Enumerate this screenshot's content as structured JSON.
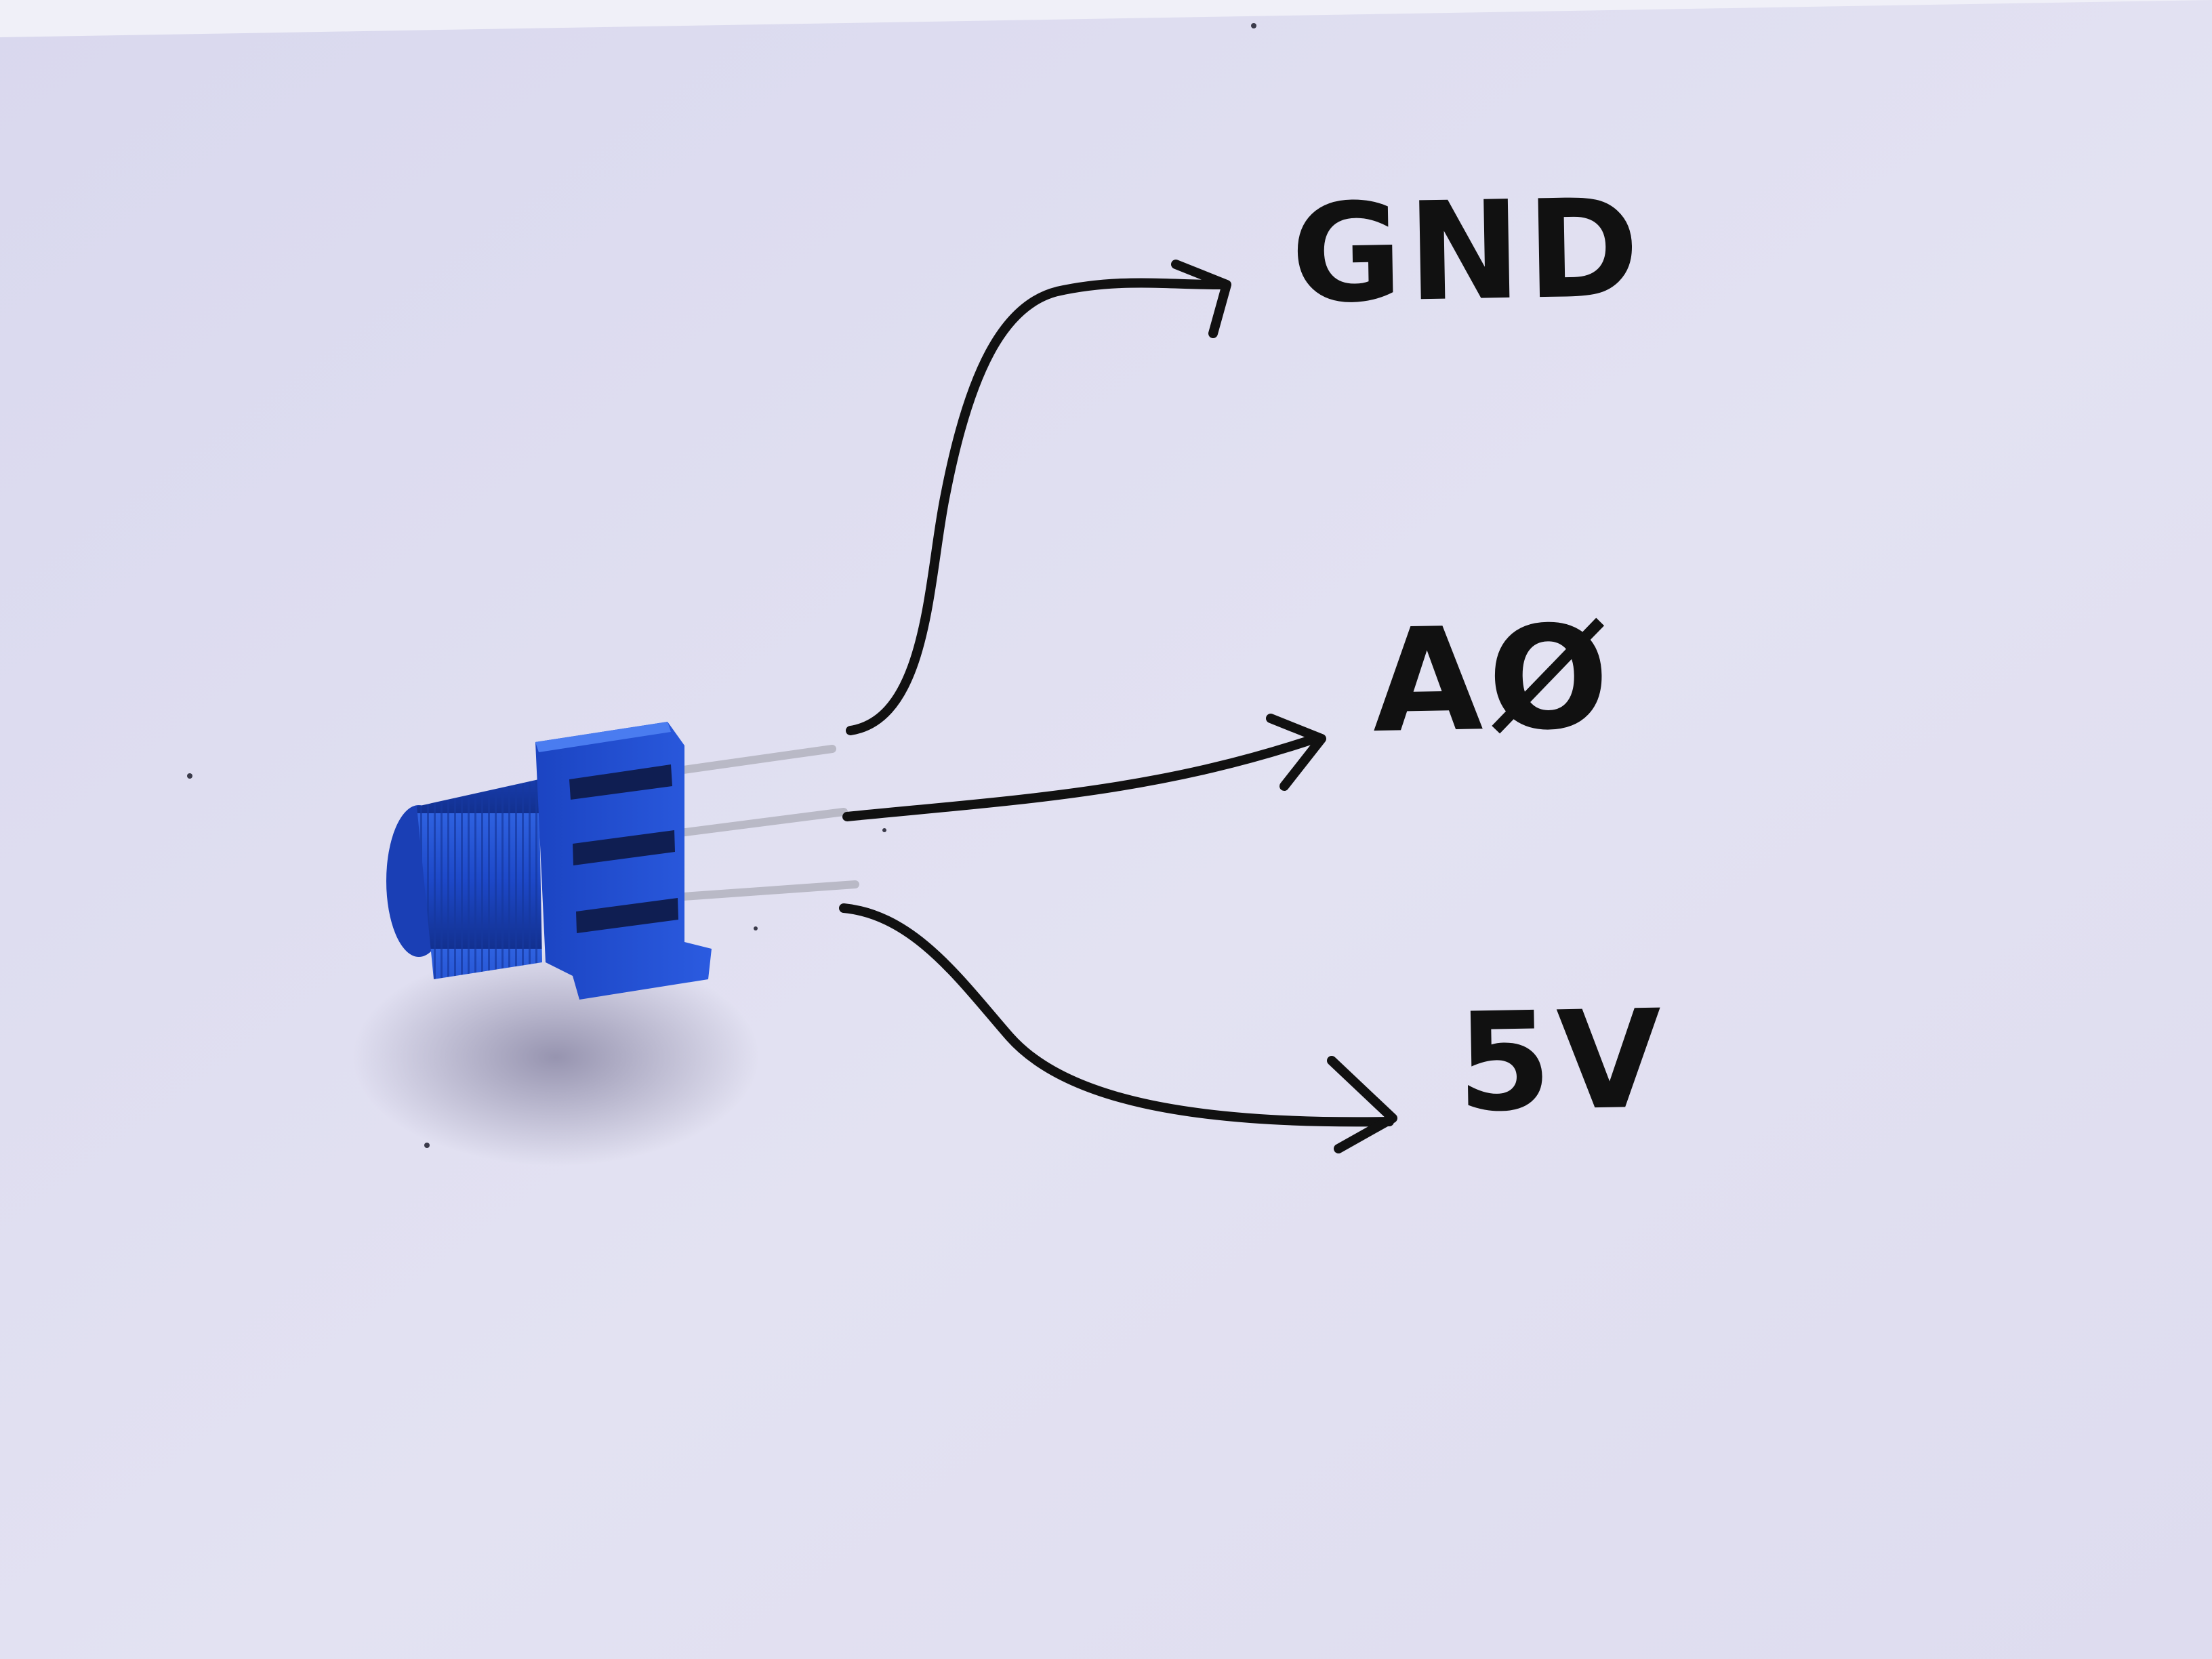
{
  "scene": {
    "paper_color": "#dcdcef",
    "ink_color": "#111111",
    "component": "potentiometer",
    "component_color": "#1f4fcf"
  },
  "labels": {
    "gnd": "GND",
    "a0": "AØ",
    "five_v": "5V"
  }
}
